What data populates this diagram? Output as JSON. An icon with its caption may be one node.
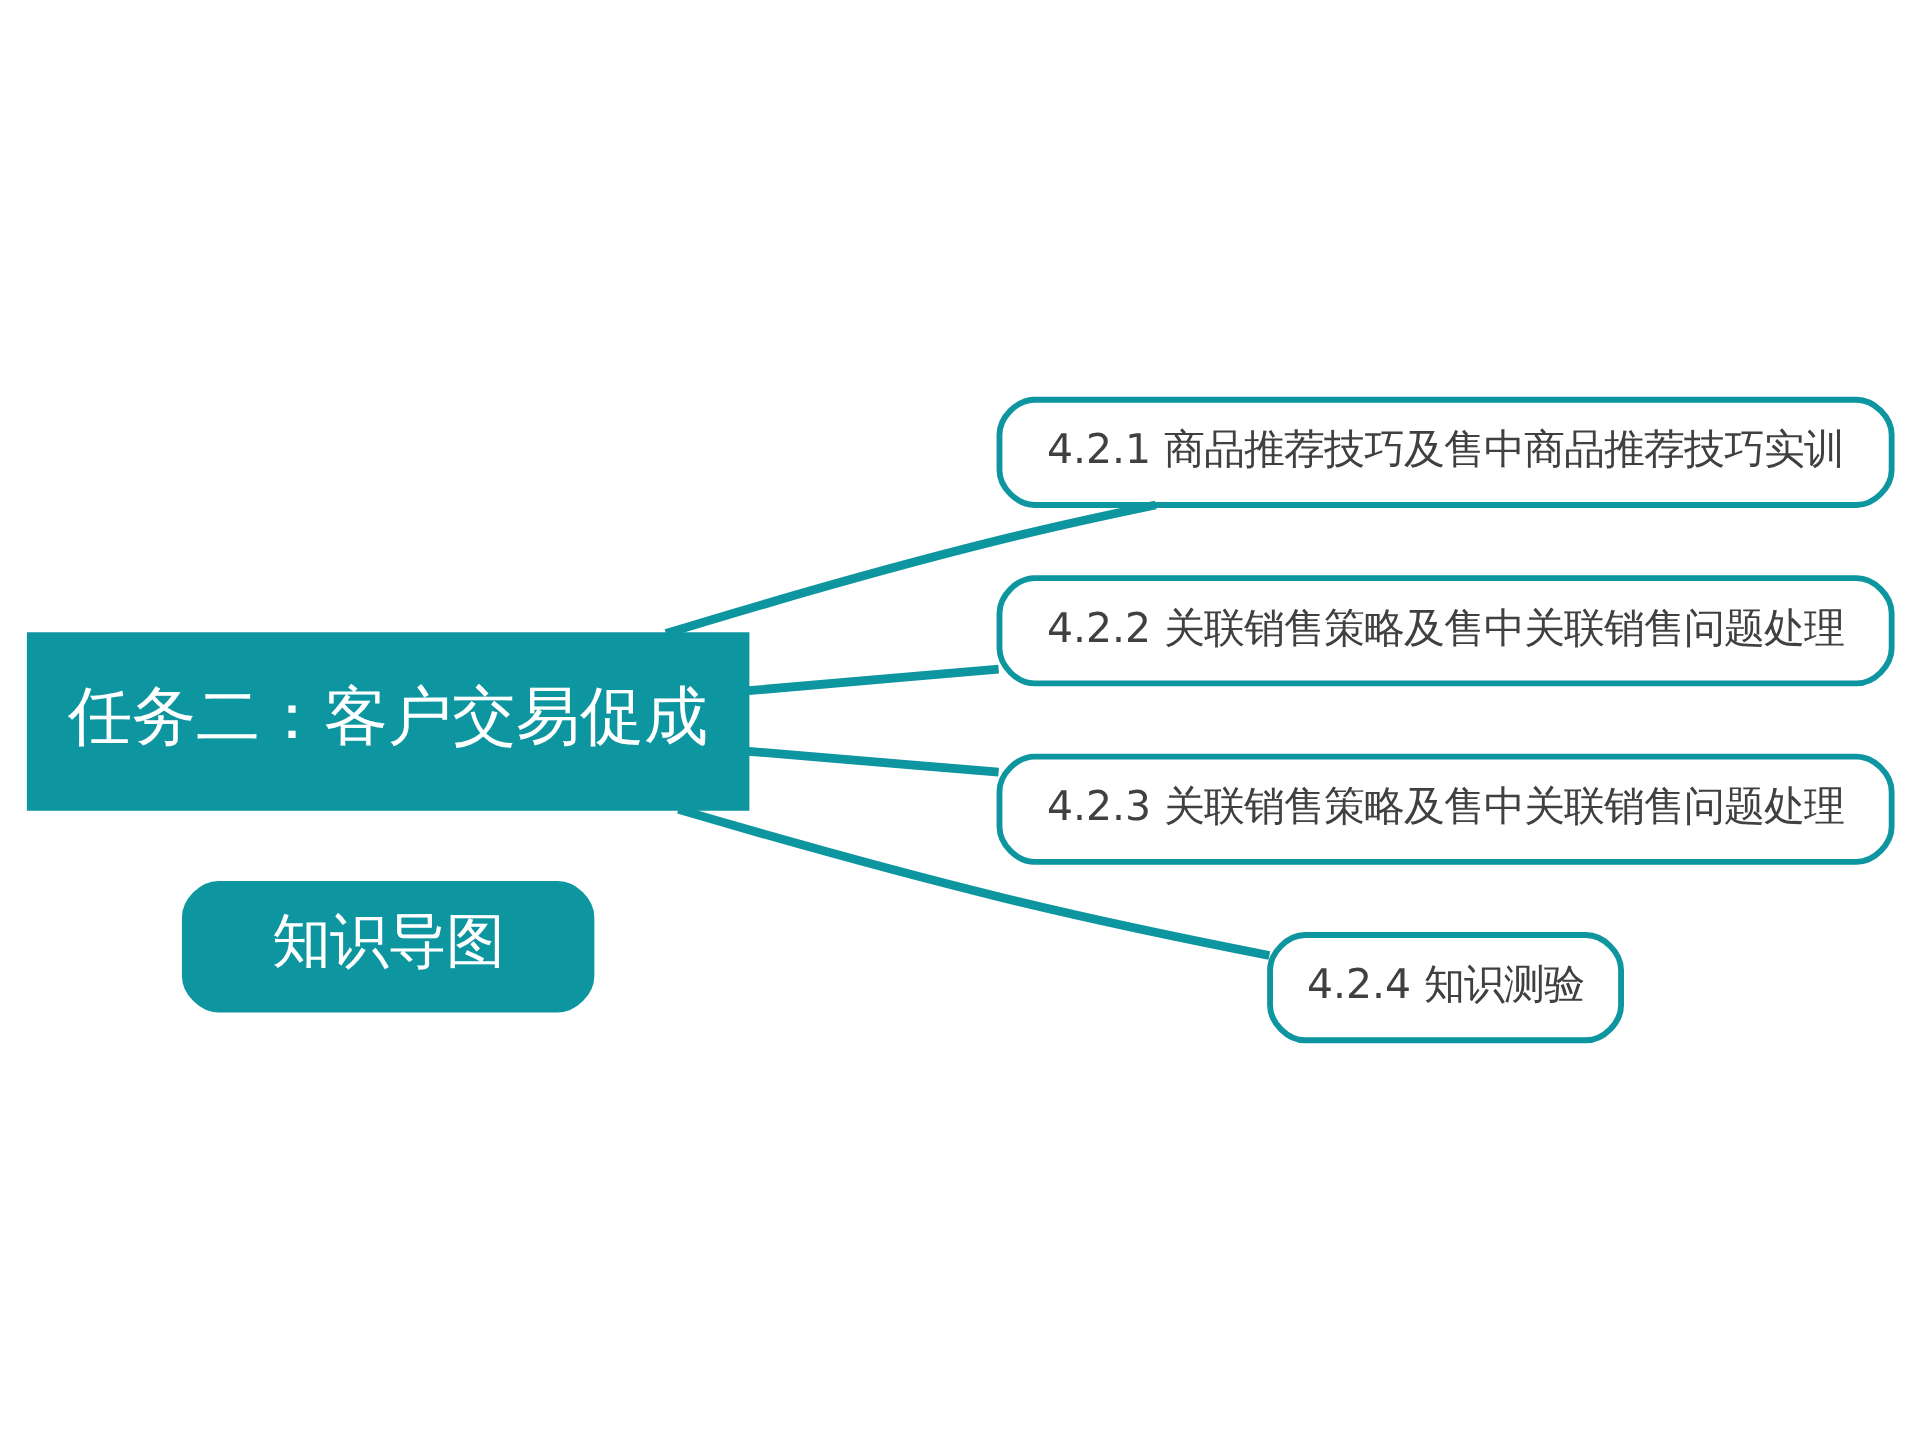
{
  "diagram": {
    "nodes": [
      {
        "text": [
          "知识导图"
        ]
      },
      {
        "text": [
          "任务二：客户交易促成"
        ]
      },
      {
        "text": [
          "4.2.1 商品推荐技巧及售中商品推荐技巧实训"
        ]
      },
      {
        "text": [
          "4.2.2 关联销售策略及售中关联销售问题处理"
        ]
      },
      {
        "text": [
          "4.2.3 关联销售策略及售中关联销售问题处理"
        ]
      },
      {
        "text": [
          "4.2.4 知识测验"
        ]
      }
    ],
    "edges": [
      {
        "from": 1,
        "to": 2,
        "arrow": "none"
      },
      {
        "from": 1,
        "to": 3,
        "arrow": "none"
      },
      {
        "from": 1,
        "to": 4,
        "arrow": "none"
      },
      {
        "from": 1,
        "to": 5,
        "arrow": "none"
      }
    ]
  }
}
